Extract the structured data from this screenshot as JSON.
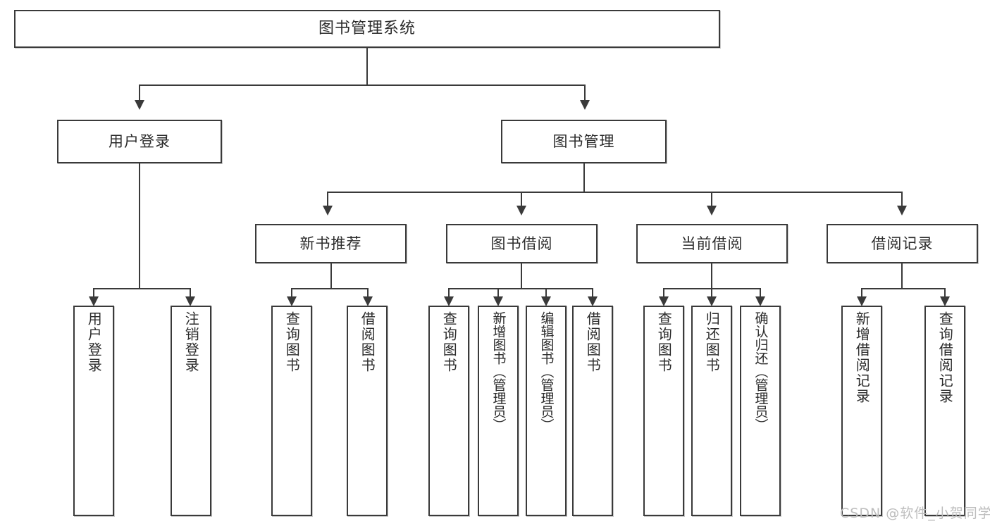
{
  "diagram": {
    "type": "tree-hierarchy",
    "title": "图书管理系统",
    "root": {
      "label": "图书管理系统"
    },
    "level2": [
      {
        "label": "用户登录"
      },
      {
        "label": "图书管理"
      }
    ],
    "level3": [
      {
        "label": "新书推荐"
      },
      {
        "label": "图书借阅"
      },
      {
        "label": "当前借阅"
      },
      {
        "label": "借阅记录"
      }
    ],
    "leaves": {
      "user_login": [
        {
          "label": "用户登录"
        },
        {
          "label": "注销登录"
        }
      ],
      "new_book_recommend": [
        {
          "label": "查询图书"
        },
        {
          "label": "借阅图书"
        }
      ],
      "book_borrow": [
        {
          "label": "查询图书"
        },
        {
          "label": "新增图书（管理员）"
        },
        {
          "label": "编辑图书（管理员）"
        },
        {
          "label": "借阅图书"
        }
      ],
      "current_borrow": [
        {
          "label": "查询图书"
        },
        {
          "label": "归还图书"
        },
        {
          "label": "确认归还（管理员）"
        }
      ],
      "borrow_record": [
        {
          "label": "新增借阅记录"
        },
        {
          "label": "查询借阅记录"
        }
      ]
    }
  },
  "watermark": {
    "text": "CSDN @软件_小贺同学"
  },
  "colors": {
    "border": "#3a3a3a",
    "text": "#2b2b2b",
    "background": "#ffffff",
    "watermark": "#bdbdbd"
  }
}
